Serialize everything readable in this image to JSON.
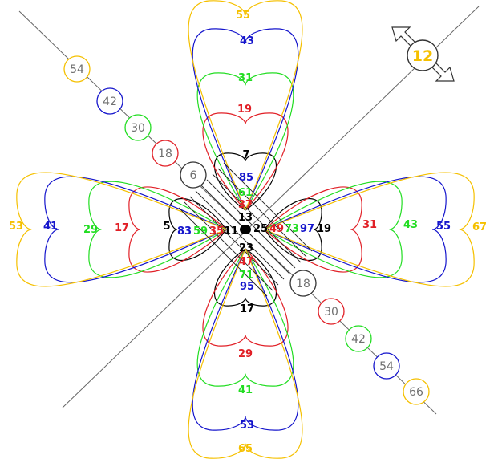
{
  "colors": {
    "black": "#000000",
    "red": "#e11f26",
    "green": "#22dd22",
    "blue": "#1515cc",
    "yellow": "#f5c000",
    "gray": "#707070",
    "line": "#666666"
  },
  "control": {
    "value": "12",
    "icon": "resize-arrows-icon"
  },
  "bead_labels": {
    "upper_left": [
      "54",
      "42",
      "30",
      "18",
      "6"
    ],
    "lower_right": [
      "18",
      "30",
      "42",
      "54",
      "66"
    ]
  },
  "inner_labels": {
    "north": [
      "7",
      "85",
      "61",
      "37",
      "13"
    ],
    "south": [
      "23",
      "47",
      "71",
      "95",
      "17"
    ],
    "west": [
      "5",
      "83",
      "59",
      "35",
      "11"
    ],
    "east": [
      "25",
      "49",
      "73",
      "97",
      "19"
    ]
  },
  "outer_labels": {
    "north": [
      "55",
      "43",
      "31",
      "19"
    ],
    "south": [
      "29",
      "41",
      "53",
      "65"
    ],
    "west": [
      "53",
      "41",
      "29",
      "17"
    ],
    "east": [
      "31",
      "43",
      "55",
      "67"
    ]
  }
}
